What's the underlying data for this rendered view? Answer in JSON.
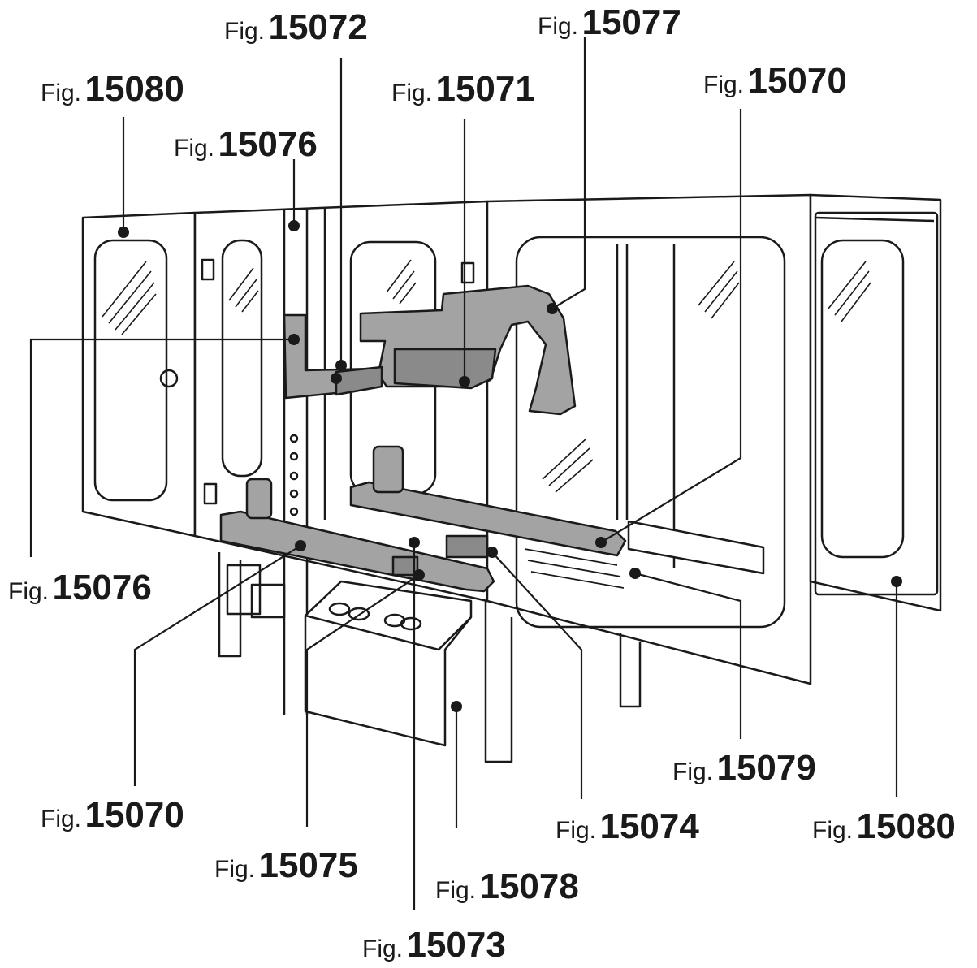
{
  "diagram": {
    "prefix": "Fig.",
    "callouts": {
      "c15072": "15072",
      "c15077": "15077",
      "c15080_top": "15080",
      "c15071": "15071",
      "c15070_top": "15070",
      "c15076_top": "15076",
      "c15076_left": "15076",
      "c15079": "15079",
      "c15070_bottom": "15070",
      "c15074": "15074",
      "c15080_bottom": "15080",
      "c15075": "15075",
      "c15078": "15078",
      "c15073": "15073"
    },
    "colors": {
      "line": "#1a1a1a",
      "part_fill": "#a3a3a3",
      "part_dark": "#8a8a8a",
      "background": "#ffffff"
    }
  }
}
